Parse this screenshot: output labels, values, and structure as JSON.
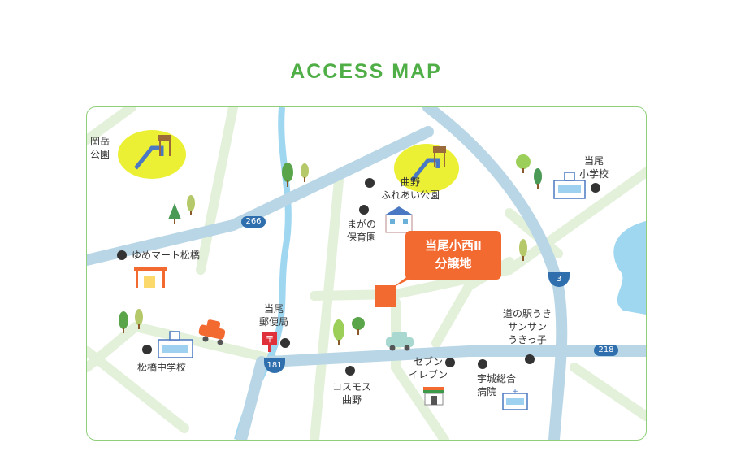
{
  "title": "ACCESS MAP",
  "colors": {
    "title_green": "#4fae46",
    "frame": "#8fcf7a",
    "road_green": "#e3f0da",
    "road_blue": "#b9d6e6",
    "river": "#9fd6f0",
    "site_orange": "#f36a30",
    "route_badge": "#2f6fae"
  },
  "property": {
    "name": "当尾小西Ⅱ\n分譲地"
  },
  "routes": {
    "r266": "266",
    "r3": "3",
    "r181": "181",
    "r218": "218"
  },
  "places": {
    "okadake_park": "岡岳\n公園",
    "magarino_park": "曲野\nふれあい公園",
    "magano_nursery": "まがの\n保育園",
    "toono_elem": "当尾\n小学校",
    "yume_mart": "ゆめマート松橋",
    "toono_post": "当尾\n郵便局",
    "matsubase_jhs": "松橋中学校",
    "cosmos": "コスモス\n曲野",
    "seven_eleven": "セブン\nイレブン",
    "uki_hospital": "宇城総合\n病院",
    "michinoeki": "道の駅うき\nサンサン\nうきっ子"
  },
  "icons": [
    "playground-icon",
    "tree-icon",
    "school-icon",
    "nursery-icon",
    "store-icon",
    "postbox-icon",
    "car-icon",
    "hospital-icon",
    "convenience-store-icon"
  ]
}
